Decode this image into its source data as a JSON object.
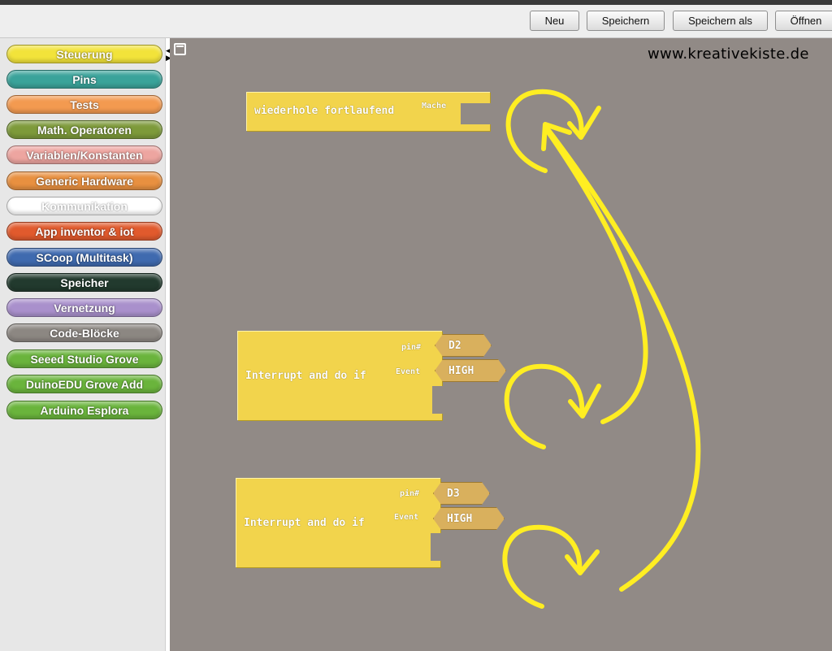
{
  "toolbar": {
    "buttons": [
      "Neu",
      "Speichern",
      "Speichern als",
      "Öffnen"
    ]
  },
  "sidebar": {
    "categories": [
      {
        "label": "Steuerung",
        "color": "#f2e33a"
      },
      {
        "label": "Pins",
        "color": "#3aa39a"
      },
      {
        "label": "Tests",
        "color": "#f39a50"
      },
      {
        "label": "Math. Operatoren",
        "color": "#7d9a3a"
      },
      {
        "label": "Variablen/Konstanten",
        "color": "#eda5a0"
      },
      {
        "label": "Generic Hardware",
        "color": "#e89040"
      },
      {
        "label": "Kommunikation",
        "color": "#ffffff"
      },
      {
        "label": "App inventor & iot",
        "color": "#e15a2d"
      },
      {
        "label": "SCoop (Multitask)",
        "color": "#3f6aaf"
      },
      {
        "label": "Speicher",
        "color": "#223a2e"
      },
      {
        "label": "Vernetzung",
        "color": "#a990cc"
      },
      {
        "label": "Code-Blöcke",
        "color": "#8c8782"
      },
      {
        "label": "Seeed Studio Grove",
        "color": "#6ab43c"
      },
      {
        "label": "DuinoEDU Grove Add",
        "color": "#6ab43c"
      },
      {
        "label": "Arduino Esplora",
        "color": "#6ab43c"
      }
    ]
  },
  "workspace": {
    "watermark": "www.kreativekiste.de",
    "blocks": {
      "loop": {
        "label": "wiederhole fortlaufend",
        "input_label": "Mache"
      },
      "interrupt1": {
        "label": "Interrupt and do if",
        "pin_label": "pin#",
        "event_label": "Event",
        "pin_value": "D2",
        "event_value": "HIGH"
      },
      "interrupt2": {
        "label": "Interrupt and do if",
        "pin_label": "pin#",
        "event_label": "Event",
        "pin_value": "D3",
        "event_value": "HIGH"
      }
    }
  },
  "colors": {
    "workspace_bg": "#918a86",
    "block_yellow": "#f2d44c",
    "value_block": "#d9b05d",
    "annotation_arrows": "#ffee22"
  }
}
